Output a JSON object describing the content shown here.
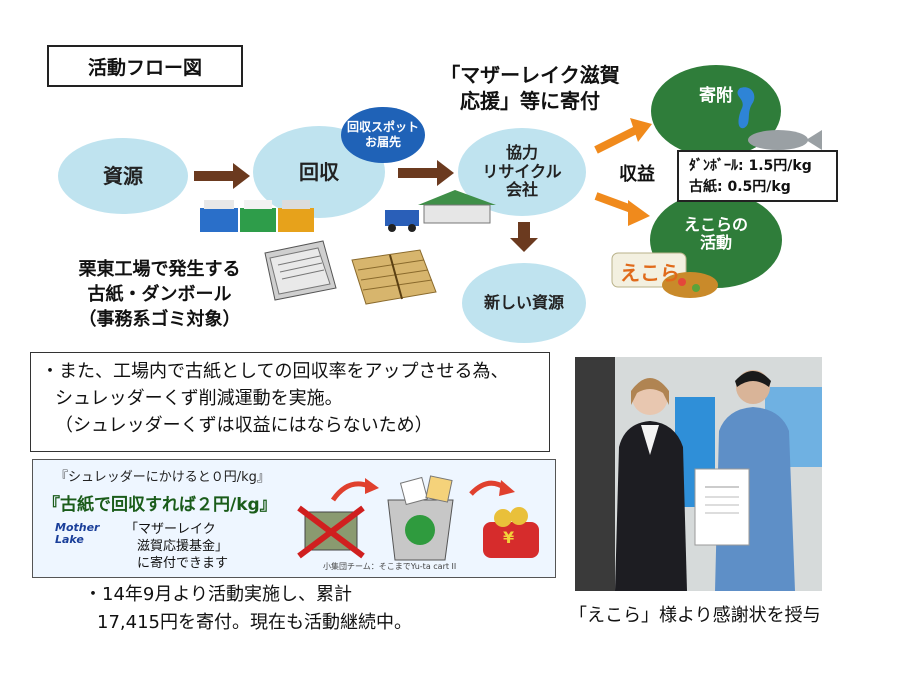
{
  "title": "活動フロー図",
  "flow": {
    "source": "資源",
    "collect": "回収",
    "bubble": [
      "回収スポット",
      "お届先"
    ],
    "company": [
      "協力",
      "リサイクル",
      "会社"
    ],
    "new_resource": "新しい資源",
    "top_note": [
      "「マザーレイク滋賀",
      "応援」等に寄付"
    ],
    "revenue": "収益",
    "donation": "寄附",
    "ekora": [
      "えこらの",
      "活動"
    ],
    "ekora_sign": "えこら"
  },
  "price": {
    "cardboard": "ﾀﾞﾝﾎﾞｰﾙ: 1.5円/kg",
    "paper": "古紙: 0.5円/kg"
  },
  "origin": [
    "栗東工場で発生する",
    "古紙・ダンボール",
    "（事務系ゴミ対象）"
  ],
  "note": [
    "・また、工場内で古紙としての回収率をアップさせる為、",
    "シュレッダーくず削減運動を実施。",
    "（シュレッダーくずは収益にはならないため）"
  ],
  "banner": {
    "line1": "『シュレッダーにかけると０円/kg』",
    "line2": "『古紙で回収すれば２円/kg』",
    "logo": [
      "Mother",
      "Lake"
    ],
    "fund": [
      "「マザーレイク",
      "滋賀応援基金」",
      "に寄付できます"
    ],
    "credit": "小集団チーム：そこまでYu-ta cart II",
    "yen": "¥"
  },
  "result": [
    "・14年9月より活動実施し、累計",
    "17,415円を寄付。現在も活動継続中。"
  ],
  "photo_caption": "「えこら」様より感謝状を授与",
  "colors": {
    "light_blue": "#bfe3ef",
    "green": "#2f7d3a",
    "orange": "#f08a1c",
    "brown_arrow": "#6b3a1f",
    "blue_bubble": "#1f62b7"
  }
}
